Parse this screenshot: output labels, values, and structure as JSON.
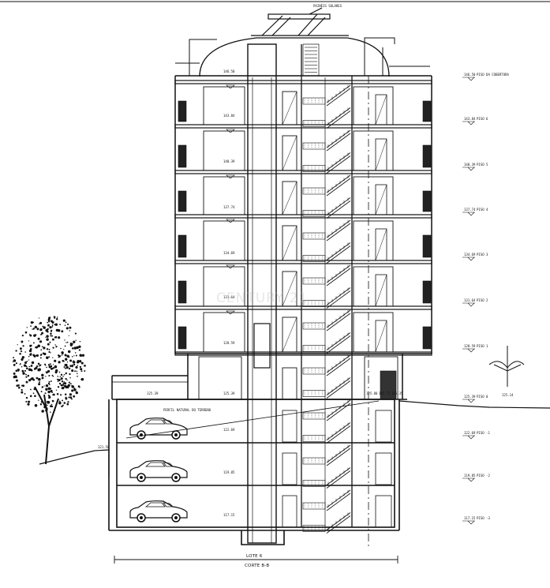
{
  "drawing": {
    "solar_label": "PAINÉIS SOLARES",
    "terrain_label": "PERFIL NATURAL DO TERRENO",
    "lot_label": "LOTE 6",
    "section_label": "CORTE B-B",
    "watermark": "CENTURY 21"
  },
  "levels": [
    {
      "elev": "146.50",
      "name": "PISO DA COBERTURA"
    },
    {
      "elev": "143.84",
      "name": "PISO 6"
    },
    {
      "elev": "140.39",
      "name": "PISO 5"
    },
    {
      "elev": "137.74",
      "name": "PISO 4"
    },
    {
      "elev": "134.69",
      "name": "PISO 3"
    },
    {
      "elev": "131.64",
      "name": "PISO 2"
    },
    {
      "elev": "128.59",
      "name": "PISO 1"
    },
    {
      "elev": "125.39",
      "name": "PISO 0"
    },
    {
      "elev": "122.69",
      "name": "PISO -1"
    },
    {
      "elev": "119.85",
      "name": "PISO -2"
    },
    {
      "elev": "117.15",
      "name": "PISO -3"
    }
  ],
  "extra_elevations": {
    "terrace_left": "125.39",
    "left_ground": "121.58",
    "entry_1": "125.80",
    "entry_2": "125.77",
    "entry_3": "125.35",
    "right_ground": "125.14"
  }
}
